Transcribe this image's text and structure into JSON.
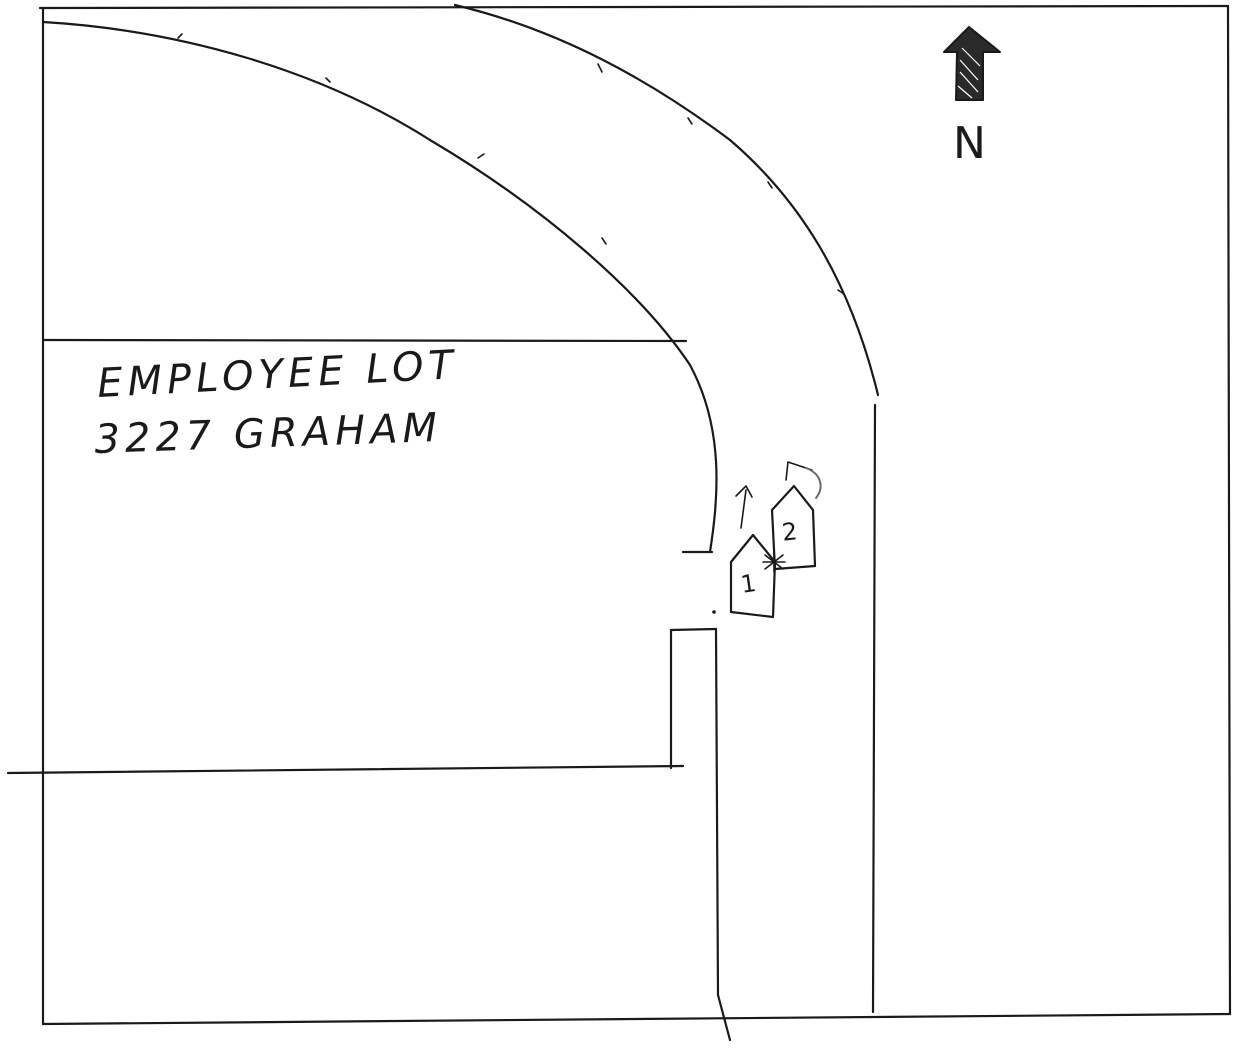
{
  "labels": {
    "lot_line1": "EMPLOYEE LOT",
    "lot_line2": "3227 GRAHAM",
    "vehicle1": "1",
    "vehicle2": "2",
    "north": "N"
  },
  "colors": {
    "ink": "#1a1a1a",
    "paper": "#ffffff",
    "pencil": "#6a6a6a"
  }
}
